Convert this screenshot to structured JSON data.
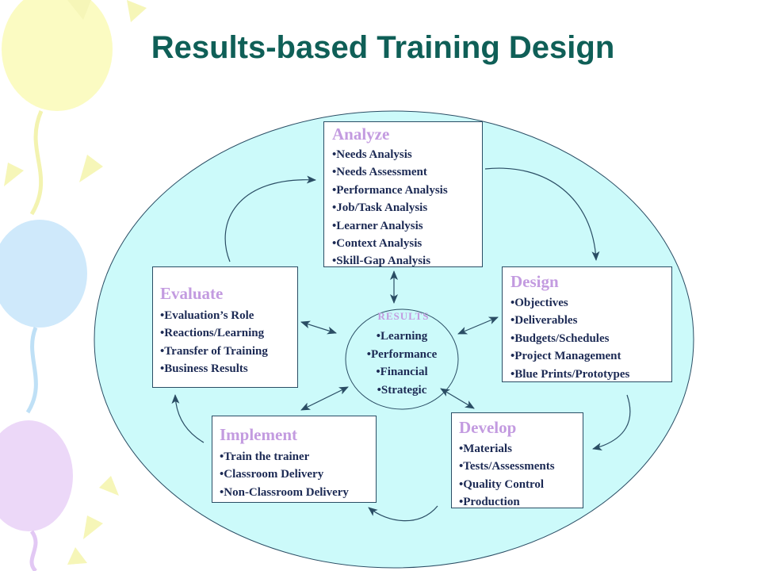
{
  "title": "Results-based Training Design",
  "colors": {
    "title": "#0f5f57",
    "heading": "#c39be0",
    "item_text": "#1c2a54",
    "oval_fill": "#ccfafa",
    "line": "#2a4d64",
    "balloon_yellow": "#fbfbc2",
    "balloon_blue": "#cfe9fb",
    "balloon_purple": "#ecd8f8"
  },
  "analyze": {
    "heading": "Analyze",
    "items": [
      "Needs Analysis",
      "Needs Assessment",
      "Performance Analysis",
      "Job/Task Analysis",
      "Learner Analysis",
      "Context Analysis",
      "Skill-Gap Analysis"
    ]
  },
  "design": {
    "heading": "Design",
    "items": [
      "Objectives",
      "Deliverables",
      "Budgets/Schedules",
      "Project Management",
      "Blue Prints/Prototypes"
    ]
  },
  "evaluate": {
    "heading": "Evaluate",
    "items": [
      "Evaluation’s Role",
      "Reactions/Learning",
      "Transfer of Training",
      "Business Results"
    ]
  },
  "implement": {
    "heading": "Implement",
    "items": [
      "Train the trainer",
      "Classroom Delivery",
      "Non-Classroom Delivery"
    ]
  },
  "develop": {
    "heading": "Develop",
    "items": [
      "Materials",
      "Tests/Assessments",
      "Quality Control",
      "Production"
    ]
  },
  "results": {
    "heading": "RESULTS",
    "items": [
      "Learning",
      "Performance",
      "Financial",
      "Strategic"
    ]
  }
}
